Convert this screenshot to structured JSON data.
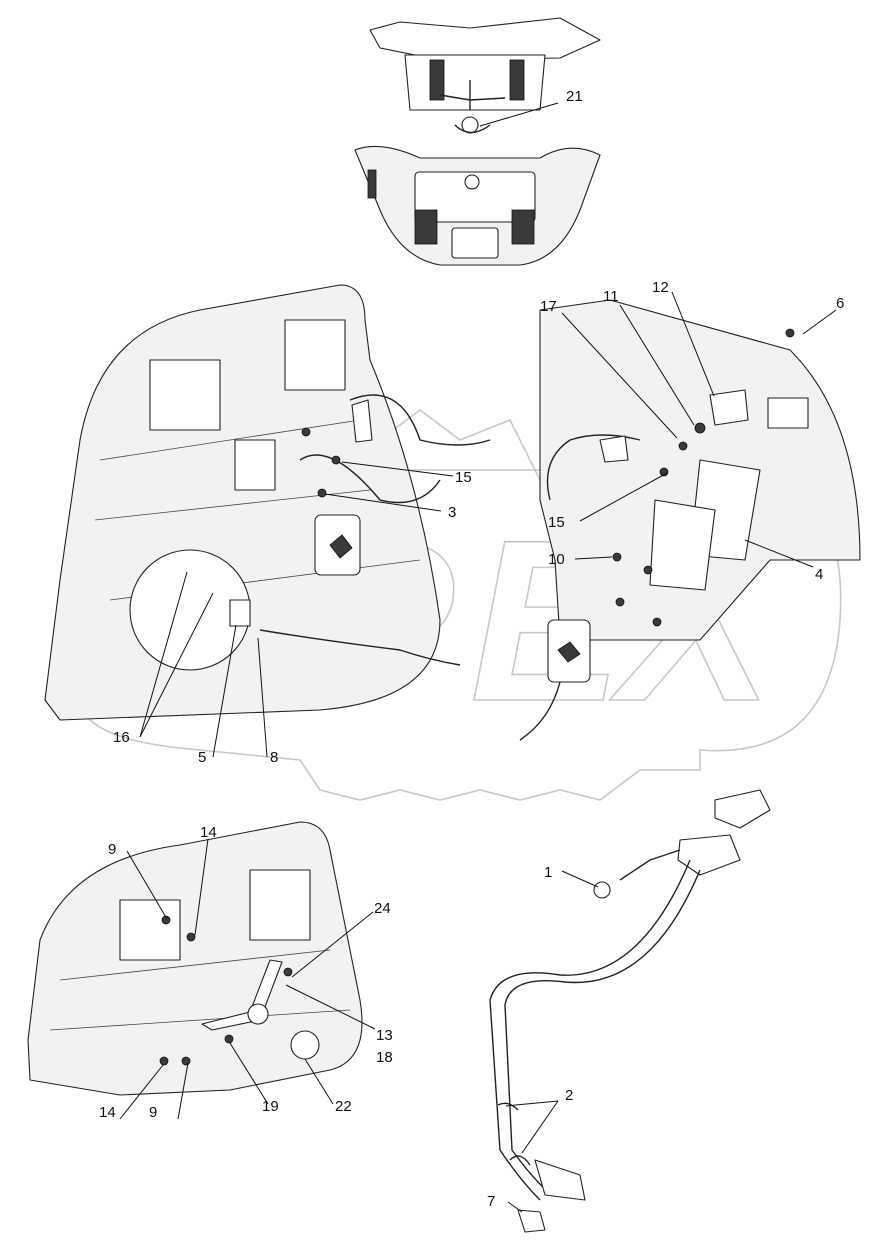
{
  "diagram": {
    "callouts": [
      "21",
      "17",
      "11",
      "12",
      "6",
      "15",
      "3",
      "15",
      "10",
      "4",
      "16",
      "5",
      "8",
      "14",
      "9",
      "1",
      "24",
      "13",
      "18",
      "14",
      "9",
      "19",
      "22",
      "2",
      "7"
    ],
    "watermark_letters": [
      "O",
      "P",
      "E",
      "X"
    ]
  }
}
